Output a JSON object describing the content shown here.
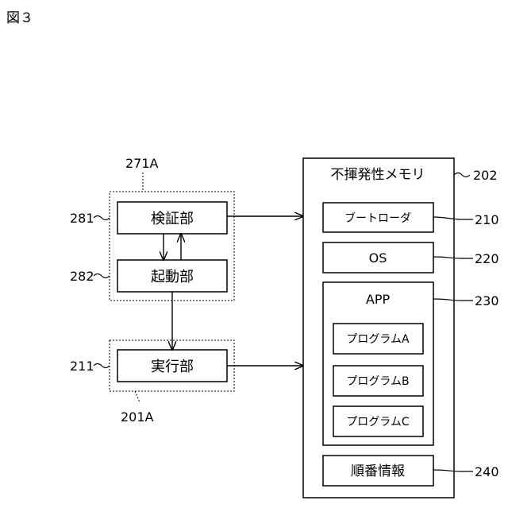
{
  "figure": {
    "label": "図３"
  },
  "groups": {
    "group_271A": {
      "ref": "271A"
    },
    "group_201A": {
      "ref": "201A"
    }
  },
  "blocks": {
    "verify": {
      "label": "検証部",
      "ref": "281"
    },
    "boot": {
      "label": "起動部",
      "ref": "282"
    },
    "execute": {
      "label": "実行部",
      "ref": "211"
    }
  },
  "memory": {
    "title": "不揮発性メモリ",
    "ref": "202",
    "items": {
      "bootloader": {
        "label": "ブートローダ",
        "ref": "210"
      },
      "os": {
        "label": "OS",
        "ref": "220"
      },
      "app": {
        "label": "APP",
        "ref": "230",
        "programs": [
          "プログラムA",
          "プログラムB",
          "プログラムC"
        ]
      },
      "order_info": {
        "label": "順番情報",
        "ref": "240"
      }
    }
  }
}
